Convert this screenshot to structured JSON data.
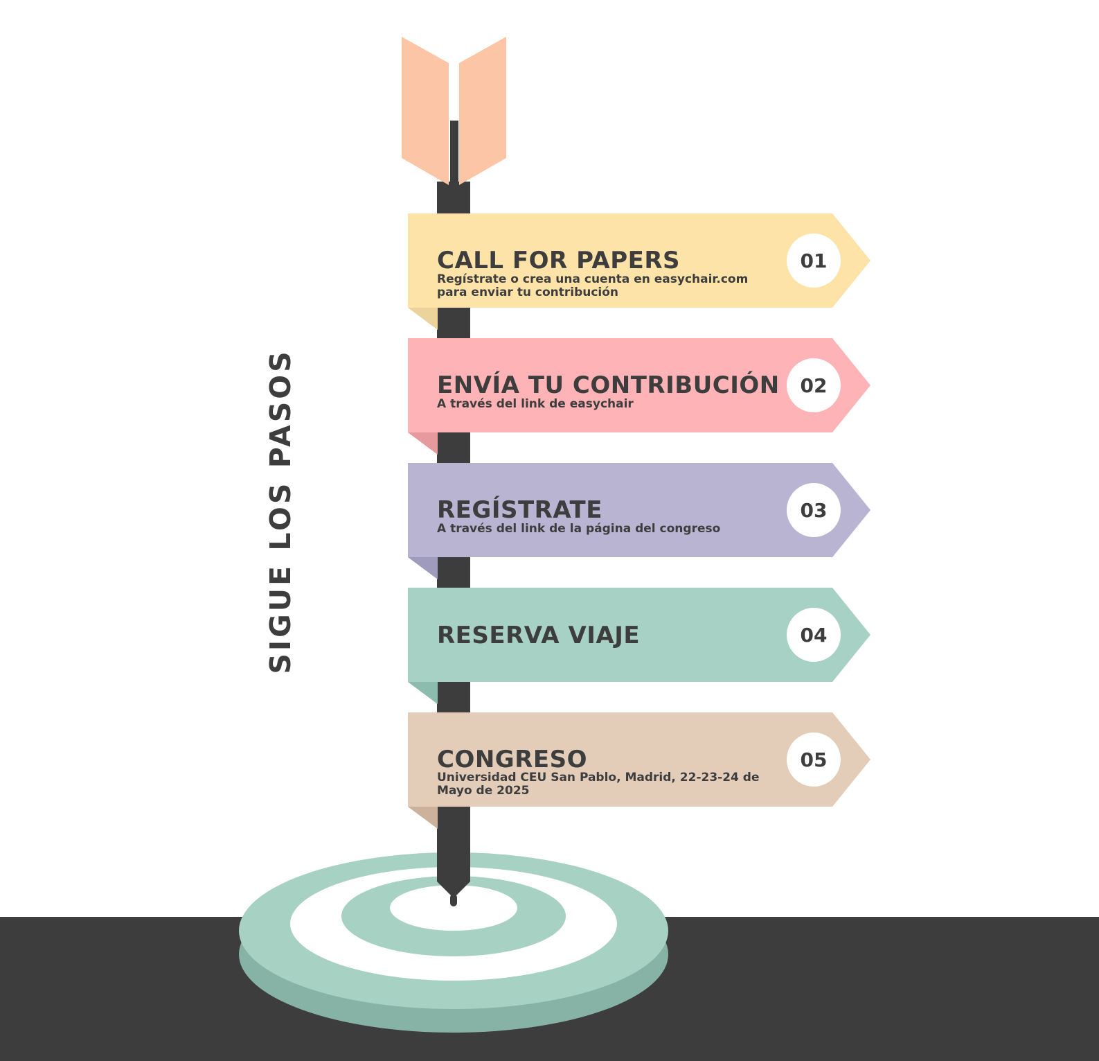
{
  "side_title": "SIGUE LOS PASOS",
  "colors": {
    "dark": "#3d3d3d",
    "fletching": "#fcc5a6",
    "target_light": "#a7d1c3",
    "target_dark": "#86b3a5"
  },
  "steps": [
    {
      "number": "01",
      "title": "CALL FOR PAPERS",
      "lines": [
        "Regístrate o crea una cuenta en easychair.com",
        "para enviar tu contribución"
      ],
      "color": "#fee3a8",
      "fold_color": "#ecd29b"
    },
    {
      "number": "02",
      "title": "ENVÍA TU CONTRIBUCIÓN",
      "lines": [
        "A través del link de easychair",
        ""
      ],
      "color": "#feb4b6",
      "fold_color": "#e79a9e"
    },
    {
      "number": "03",
      "title": "REGÍSTRATE",
      "lines": [
        "A través del link de la página del congreso",
        ""
      ],
      "color": "#b8b4d2",
      "fold_color": "#9f9bbd"
    },
    {
      "number": "04",
      "title": "RESERVA VIAJE",
      "lines": [
        "",
        ""
      ],
      "color": "#a7d1c4",
      "fold_color": "#8cbcae"
    },
    {
      "number": "05",
      "title": "CONGRESO",
      "lines": [
        "Universidad CEU San Pablo, Madrid, 22-23-24 de",
        "Mayo de 2025"
      ],
      "color": "#e3ccb8",
      "fold_color": "#ccb29c"
    }
  ]
}
